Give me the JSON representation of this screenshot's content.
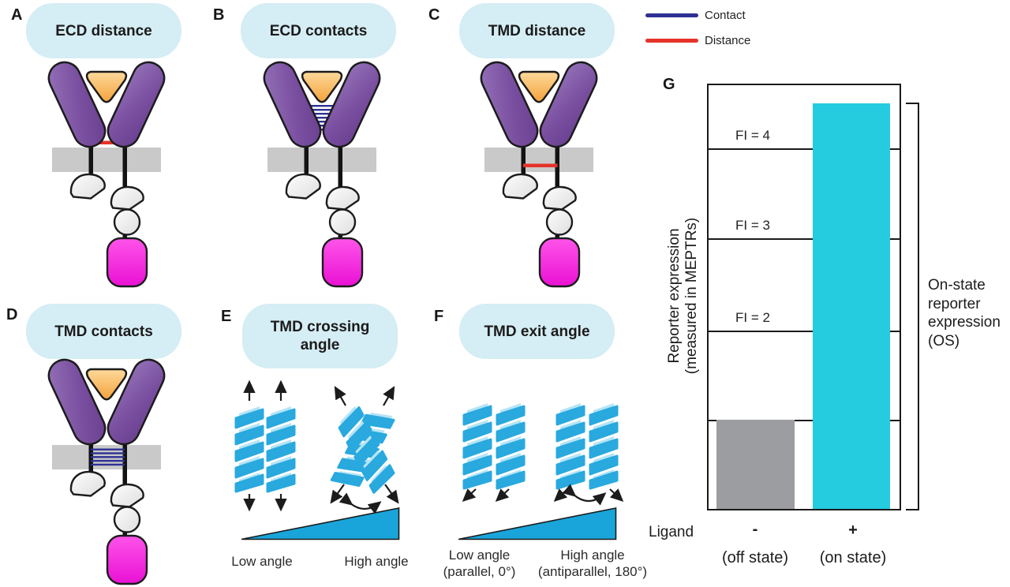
{
  "figure": {
    "colors": {
      "pill_bg": "#d5edf4",
      "contact_navy": "#2e3192",
      "distance_red": "#e5332a",
      "membrane_gray": "#c9c9c9",
      "arm_purple": "#7a4fa0",
      "ligand_orange": "#f6ab43",
      "effector_magenta": "#ef23de",
      "helix_blue": "#29a9de",
      "helix_light": "#b5e4f6",
      "ramp_blue": "#1aa5da",
      "on_bar_cyan": "#25cbdf",
      "off_bar_gray": "#9b9da0"
    },
    "legend": {
      "items": [
        {
          "label": "Contact",
          "color": "#2e3192"
        },
        {
          "label": "Distance",
          "color": "#e5332a"
        }
      ]
    },
    "panels": {
      "a": {
        "letter": "A",
        "title": "ECD distance"
      },
      "b": {
        "letter": "B",
        "title": "ECD contacts"
      },
      "c": {
        "letter": "C",
        "title": "TMD distance"
      },
      "d": {
        "letter": "D",
        "title": "TMD contacts"
      },
      "e": {
        "letter": "E",
        "title": "TMD crossing angle",
        "low": "Low angle",
        "high": "High angle"
      },
      "f": {
        "letter": "F",
        "title": "TMD exit angle",
        "low": "Low angle",
        "low_sub": "(parallel, 0°)",
        "high": "High angle",
        "high_sub": "(antiparallel, 180°)"
      },
      "g": {
        "letter": "G",
        "ylabel1": "Reporter expression",
        "ylabel2": "(measured in MEPTRs)",
        "fi_labels": [
          "FI = 4",
          "FI = 3",
          "FI = 2"
        ],
        "xlabel": "Ligand",
        "minus": "-",
        "plus": "+",
        "off": "(off state)",
        "on": "(on state)",
        "bracket_label": "On-state reporter expression (OS)"
      }
    }
  },
  "chart_data": {
    "type": "bar",
    "categories": [
      "- (off state)",
      "+ (on state)"
    ],
    "values": [
      1,
      4.55
    ],
    "bar_colors": [
      "#9b9da0",
      "#25cbdf"
    ],
    "xlabel": "Ligand",
    "ylabel": "Reporter expression (measured in MEPTRs)",
    "ylim": [
      0,
      4.77
    ],
    "gridlines": [
      1,
      2,
      3,
      4
    ],
    "gridline_labels": [
      "",
      "FI = 2",
      "FI = 3",
      "FI = 4"
    ],
    "annotations": [
      "On-state reporter expression (OS)"
    ],
    "legend_position": "none"
  }
}
